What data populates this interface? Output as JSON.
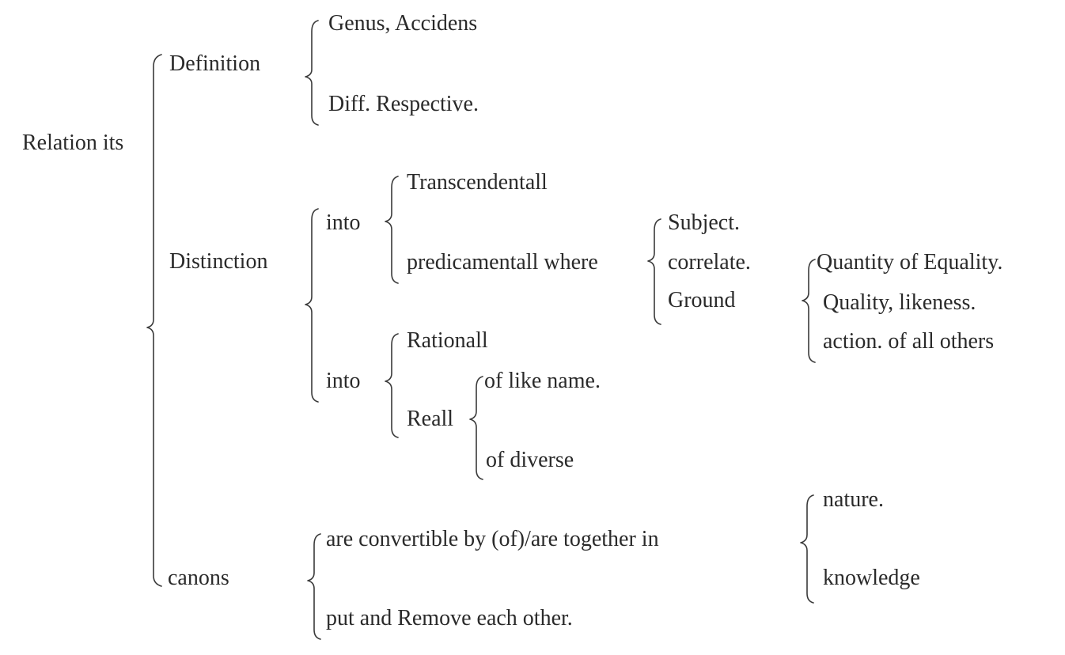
{
  "root": "Relation its",
  "branch1": {
    "label": "Definition",
    "items": [
      "Genus, Accidens",
      "Diff. Respective."
    ]
  },
  "branch2": {
    "label": "Distinction",
    "into_first": {
      "label": "into",
      "transcendental": "Transcendentall",
      "predicamental": "predicamentall where",
      "predicamental_items": [
        "Subject.",
        "correlate.",
        "Ground"
      ],
      "ground_items": [
        "Quantity of Equality.",
        "Quality, likeness.",
        "action. of all others"
      ]
    },
    "into_second": {
      "label": "into",
      "rational": "Rationall",
      "real": "Reall",
      "real_items": [
        "of like name.",
        "of diverse"
      ]
    }
  },
  "branch3": {
    "label": "canons",
    "items": [
      "are convertible by (of)/are together in",
      "put and Remove each other."
    ],
    "together_items": [
      "nature.",
      "knowledge"
    ]
  }
}
